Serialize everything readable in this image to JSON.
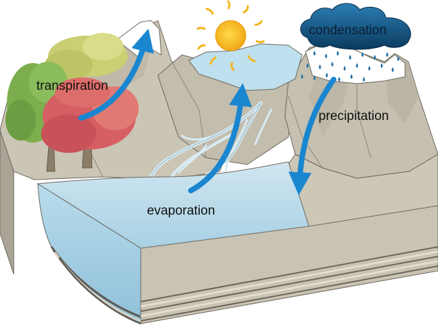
{
  "labels": {
    "transpiration": "transpiration",
    "condensation": "condensation",
    "precipitation": "precipitation",
    "evaporation": "evaporation"
  },
  "colors": {
    "arrow": "#1a86d0",
    "water": "#b7dbea",
    "water_front": "#9fcbe2",
    "rock": "#c9c3b3",
    "rock_shadow": "#a9a395",
    "snow": "#ffffff",
    "cloud": "#0f4e7a",
    "sun": "#f3b51c",
    "tree_red": "#d65f63",
    "tree_green": "#7cae4e",
    "tree_yellow": "#c9cf72",
    "rain": "#1e6fa7"
  },
  "icons": [
    "sun-icon",
    "cloud-icon",
    "tree-icon",
    "mountain-icon",
    "lake-icon",
    "river-icon"
  ]
}
